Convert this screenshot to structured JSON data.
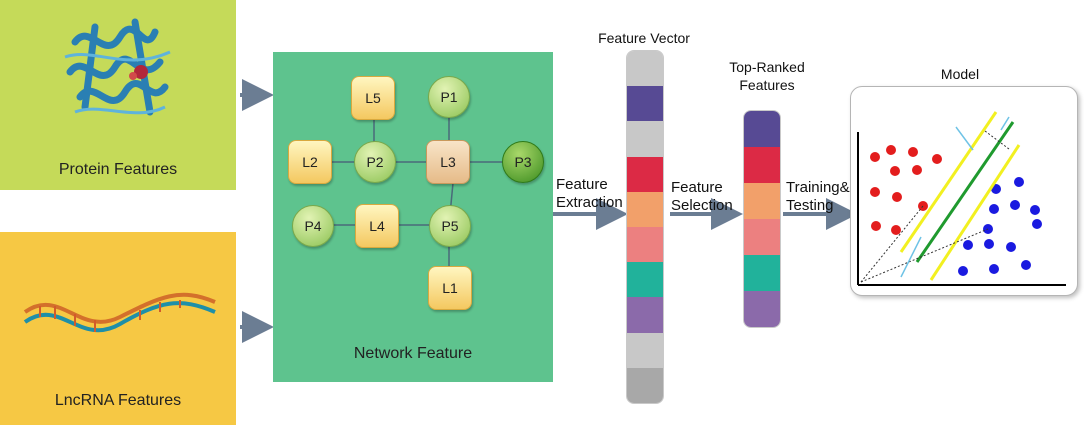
{
  "protein_panel": {
    "label": "Protein Features"
  },
  "lncrna_panel": {
    "label": "LncRNA Features"
  },
  "network_panel": {
    "label": "Network Feature",
    "nodes": {
      "L5": "L5",
      "P1": "P1",
      "L2": "L2",
      "P2": "P2",
      "L3": "L3",
      "P3": "P3",
      "P4": "P4",
      "L4": "L4",
      "P5": "P5",
      "L1": "L1"
    }
  },
  "feature_vector": {
    "title": "Feature Vector",
    "segments": [
      "#c8c8c8",
      "#574a94",
      "#c8c8c8",
      "#dc2a45",
      "#f2a06a",
      "#ec8080",
      "#21b29b",
      "#8b6aaa",
      "#c8c8c8",
      "#a8a8a8"
    ]
  },
  "top_ranked": {
    "title_line1": "Top-Ranked",
    "title_line2": "Features",
    "segments": [
      "#574a94",
      "#dc2a45",
      "#f2a06a",
      "#ec8080",
      "#21b29b",
      "#8b6aaa"
    ]
  },
  "flow": {
    "extraction_line1": "Feature",
    "extraction_line2": "Extraction",
    "selection_line1": "Feature",
    "selection_line2": "Selection",
    "training_line1": "Training&",
    "training_line2": "Testing"
  },
  "model": {
    "title": "Model"
  },
  "colors": {
    "protein_bg": "#c5da59",
    "lncrna_bg": "#f6c844",
    "network_bg": "#5ec38e",
    "arrow": "#6b7d93"
  }
}
